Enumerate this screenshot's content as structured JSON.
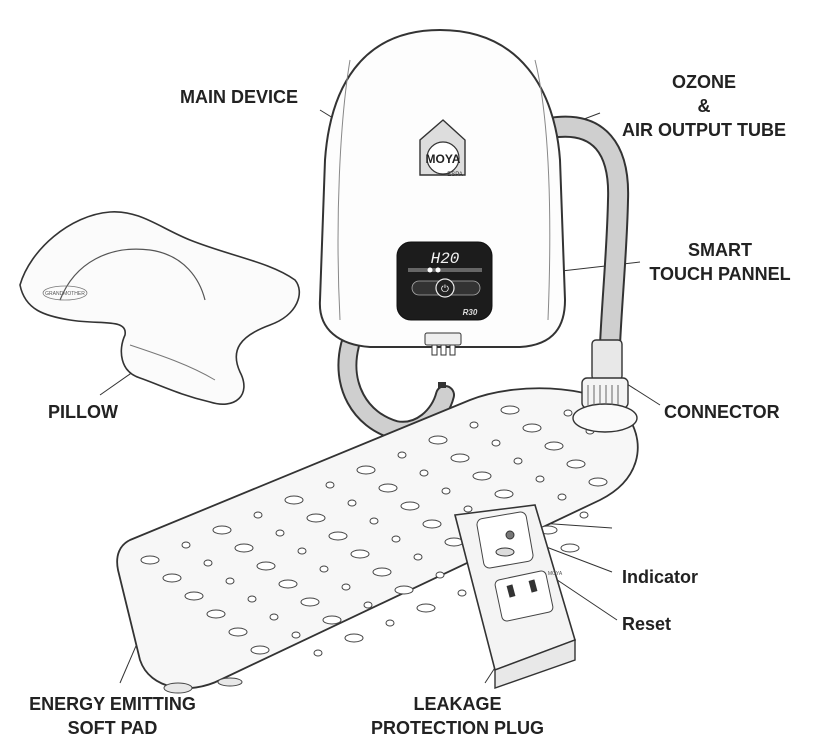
{
  "labels": {
    "main_device": "MAIN DEVICE",
    "ozone_line1": "OZONE",
    "ozone_line2": "&",
    "ozone_line3": "AIR OUTPUT TUBE",
    "smart_line1": "SMART",
    "smart_line2": "TOUCH PANNEL",
    "pillow": "PILLOW",
    "connector": "CONNECTOR",
    "indicator": "Indicator",
    "reset": "Reset",
    "pad_line1": "ENERGY EMITTING",
    "pad_line2": "SOFT PAD",
    "plug_line1": "LEAKAGE",
    "plug_line2": "PROTECTION PLUG"
  },
  "device": {
    "brand": "MOYA",
    "brand_sub": "ESPA",
    "display_text": "H20",
    "model": "R30"
  },
  "pillow_brand": "GRANDMOTHER",
  "plug_brand": "MOYA"
}
